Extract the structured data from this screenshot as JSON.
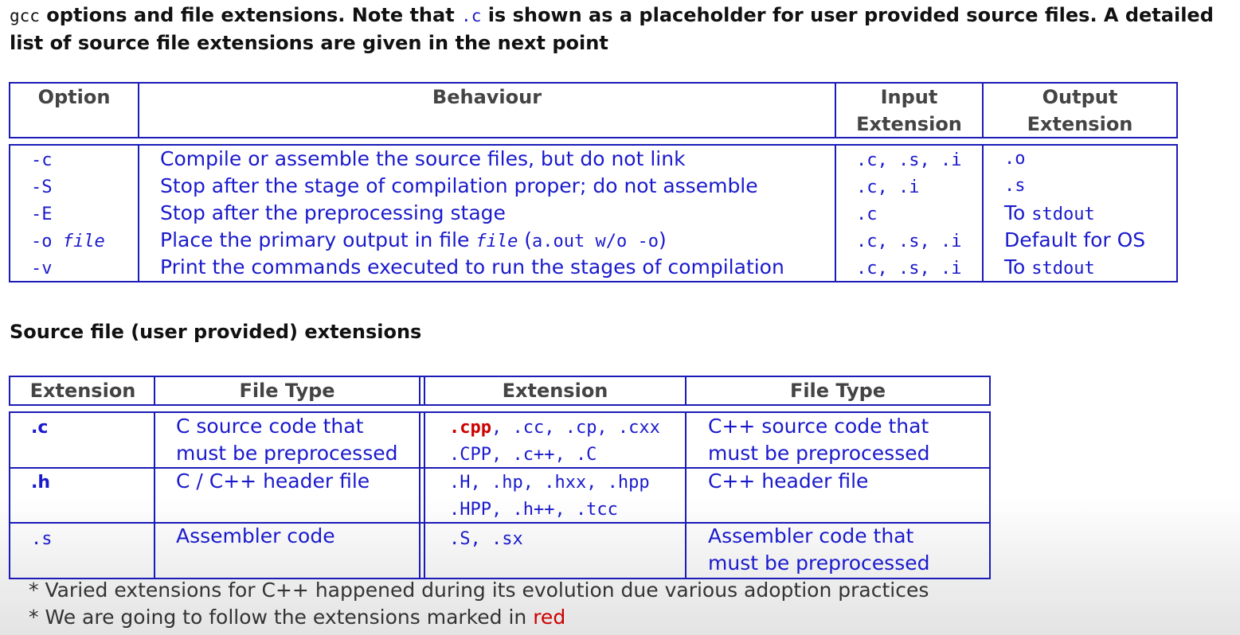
{
  "intro": {
    "gcc": "gcc",
    "part1": " options and file extensions. Note that ",
    "code": ".c",
    "part2": " is shown as a placeholder for user provided source files. A detailed",
    "line2": "list of source file extensions are given in the next point"
  },
  "options_table": {
    "headers": {
      "option": "Option",
      "behaviour": "Behaviour",
      "input_1": "Input",
      "input_2": "Extension",
      "output_1": "Output",
      "output_2": "Extension"
    },
    "rows": [
      {
        "option": "-c",
        "option_arg": "",
        "behaviour": "Compile or assemble the source files, but do not link",
        "input": ".c, .s, .i",
        "output": ".o",
        "output_mono": true
      },
      {
        "option": "-S",
        "option_arg": "",
        "behaviour": "Stop after the stage of compilation proper; do not assemble",
        "input": ".c, .i",
        "output": ".s",
        "output_mono": true
      },
      {
        "option": "-E",
        "option_arg": "",
        "behaviour": "Stop after the preprocessing stage",
        "input": ".c",
        "output_prefix": "To ",
        "output_code": "stdout"
      },
      {
        "option": "-o",
        "option_arg": "file",
        "behaviour_a": "Place the primary output in file ",
        "behaviour_file": "file",
        "behaviour_b": " (",
        "behaviour_code": "a.out w/o -o",
        "behaviour_c": ")",
        "input": ".c, .s, .i",
        "output": "Default for OS"
      },
      {
        "option": "-v",
        "option_arg": "",
        "behaviour": "Print the commands executed to run the stages of compilation",
        "input": ".c, .s, .i",
        "output_prefix": "To ",
        "output_code": "stdout"
      }
    ]
  },
  "section_title": "Source file (user provided) extensions",
  "ext_table": {
    "headers": [
      "Extension",
      "File Type",
      "Extension",
      "File Type"
    ],
    "rows": [
      {
        "ext": ".c",
        "type": [
          "C source code that",
          "must be preprocessed"
        ],
        "cpp_main": ".cpp",
        "cpp_rest1": ", .cc, .cp, .cxx",
        "cpp_rest2": ".CPP, .c++, .C",
        "cpp_type": [
          "C++ source code that",
          "must be preprocessed"
        ]
      },
      {
        "ext": ".h",
        "type": [
          "C / C++ header file"
        ],
        "cpp_line1": ".H, .hp, .hxx, .hpp",
        "cpp_line2": ".HPP, .h++, .tcc",
        "cpp_type": [
          "C++ header file"
        ]
      },
      {
        "ext": ".s",
        "type": [
          "Assembler code"
        ],
        "cpp_line1": ".S, .sx",
        "cpp_type": [
          "Assembler code that",
          "must be preprocessed"
        ]
      }
    ]
  },
  "footnotes": {
    "note1": "* Varied extensions for C++ happened during its evolution due various adoption practices",
    "note2_prefix": "* We are going to follow the extensions marked in ",
    "note2_red": "red"
  },
  "colors": {
    "table_border": "#1b1bb8",
    "body_text": "#1a1acc",
    "highlight": "#cc0000"
  }
}
